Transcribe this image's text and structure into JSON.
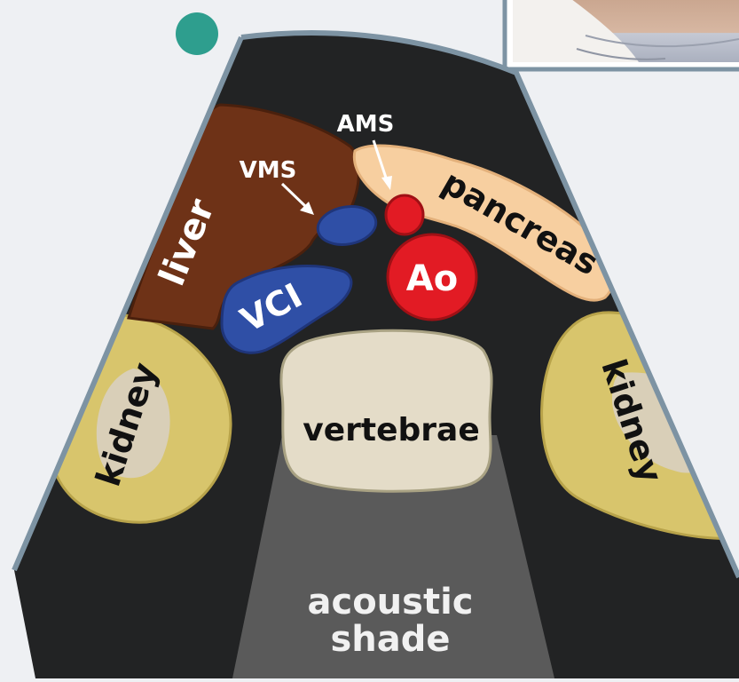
{
  "labels": {
    "ams": "AMS",
    "vms": "VMS",
    "liver": "liver",
    "pancreas": "pancreas",
    "ao": "Ao",
    "vci": "VCI",
    "kidney_left": "kidney",
    "kidney_right": "kidney",
    "vertebrae": "vertebrae",
    "acoustic_line1": "acoustic",
    "acoustic_line2": "shade"
  },
  "colors": {
    "background": "#eef0f3",
    "scan_field": "#222324",
    "scan_border": "#7d93a3",
    "liver": "#6e3217",
    "pancreas": "#f7cfa0",
    "artery_red": "#e21b24",
    "vein_blue": "#2f4fa6",
    "kidney": "#d8c56c",
    "kidney_inner": "#d9cfb8",
    "vertebrae": "#e4dcc8",
    "shadow": "#5a5a5a",
    "marker": "#2e9e8e"
  },
  "icons": [
    "teal-dot-marker",
    "probe-photo-thumbnail"
  ]
}
